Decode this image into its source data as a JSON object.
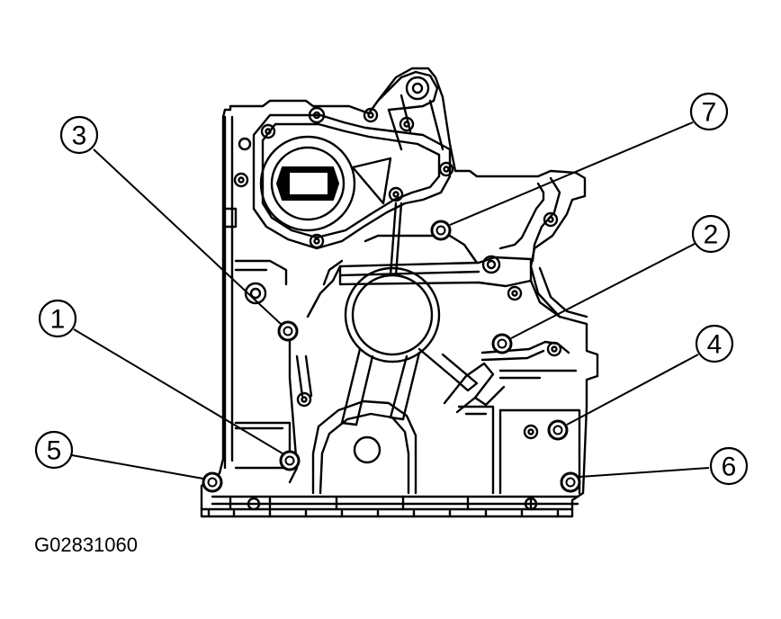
{
  "figure_code": "G02831060",
  "callouts": [
    {
      "label": "1"
    },
    {
      "label": "2"
    },
    {
      "label": "3"
    },
    {
      "label": "4"
    },
    {
      "label": "5"
    },
    {
      "label": "6"
    },
    {
      "label": "7"
    }
  ],
  "colors": {
    "ink": "#000000",
    "paper": "#ffffff"
  }
}
